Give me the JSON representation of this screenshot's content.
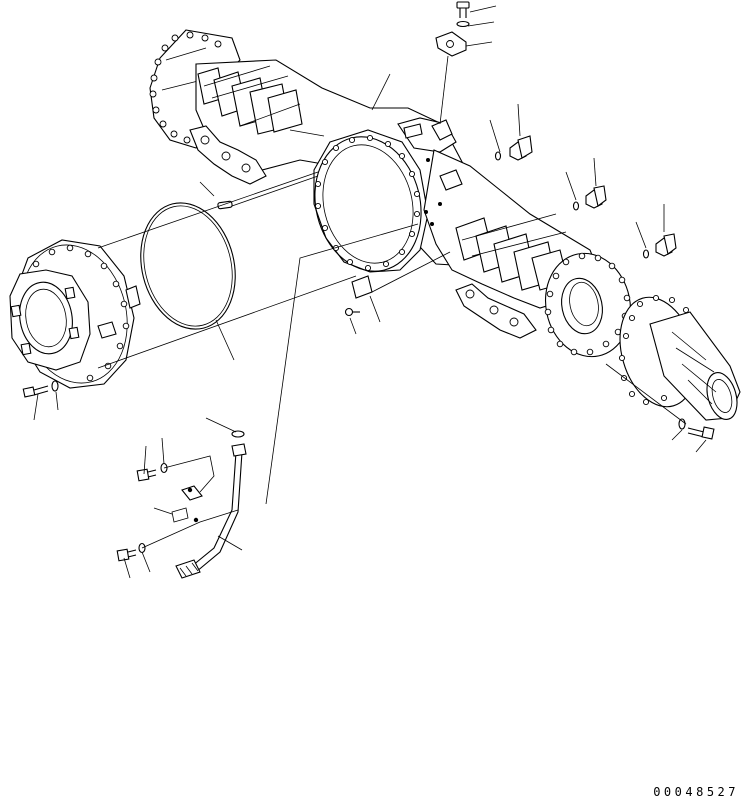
{
  "drawing": {
    "part_number": "00048527"
  },
  "icons": [
    "axle-housing",
    "differential-carrier",
    "o-ring",
    "wheel-hub-flange",
    "breather-hose",
    "bolt",
    "washer",
    "plug",
    "clip",
    "nameplate"
  ],
  "colors": {
    "line": "#000000",
    "background": "#ffffff"
  }
}
